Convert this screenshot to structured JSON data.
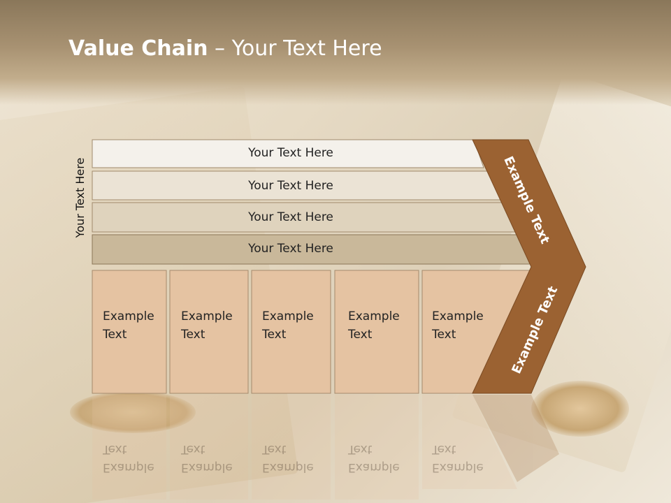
{
  "title": {
    "bold": "Value Chain",
    "rest": " – Your Text Here"
  },
  "side_label": "Your Text Here",
  "bands": [
    {
      "label": "Your Text Here"
    },
    {
      "label": "Your Text Here"
    },
    {
      "label": "Your Text Here"
    },
    {
      "label": "Your Text Here"
    }
  ],
  "cells": [
    {
      "line1": "Example",
      "line2": "Text"
    },
    {
      "line1": "Example",
      "line2": "Text"
    },
    {
      "line1": "Example",
      "line2": "Text"
    },
    {
      "line1": "Example",
      "line2": "Text"
    },
    {
      "line1": "Example",
      "line2": "Text"
    }
  ],
  "arrow": {
    "upper_label": "Example Text",
    "lower_label": "Example Text"
  },
  "colors": {
    "band_1": "#f4f1eb",
    "band_2": "#ebe3d5",
    "band_3": "#dfd3bd",
    "band_4": "#c9b89a",
    "cell_fill": "#e5c3a2",
    "arrow_fill": "#9b6232",
    "title_text": "#ffffff"
  }
}
